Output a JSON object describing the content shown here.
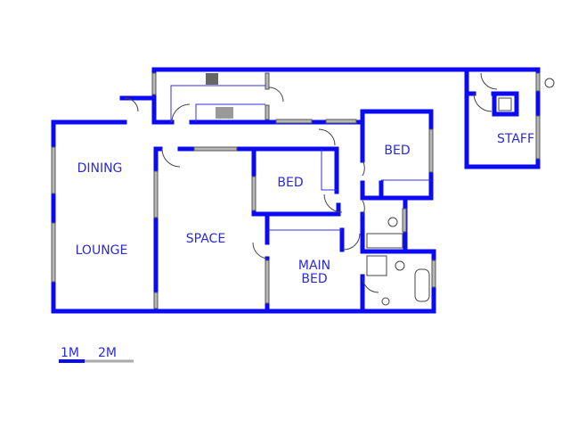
{
  "rooms": {
    "dining": "DINING",
    "lounge": "LOUNGE",
    "space": "SPACE",
    "bed1": "BED",
    "bed2": "BED",
    "main_bed_1": "MAIN",
    "main_bed_2": "BED",
    "staff": "STAFF"
  },
  "scale": {
    "m1": "1M",
    "m2": "2M"
  },
  "colors": {
    "wall": "#0a0af5",
    "label": "#2a2ad8"
  }
}
